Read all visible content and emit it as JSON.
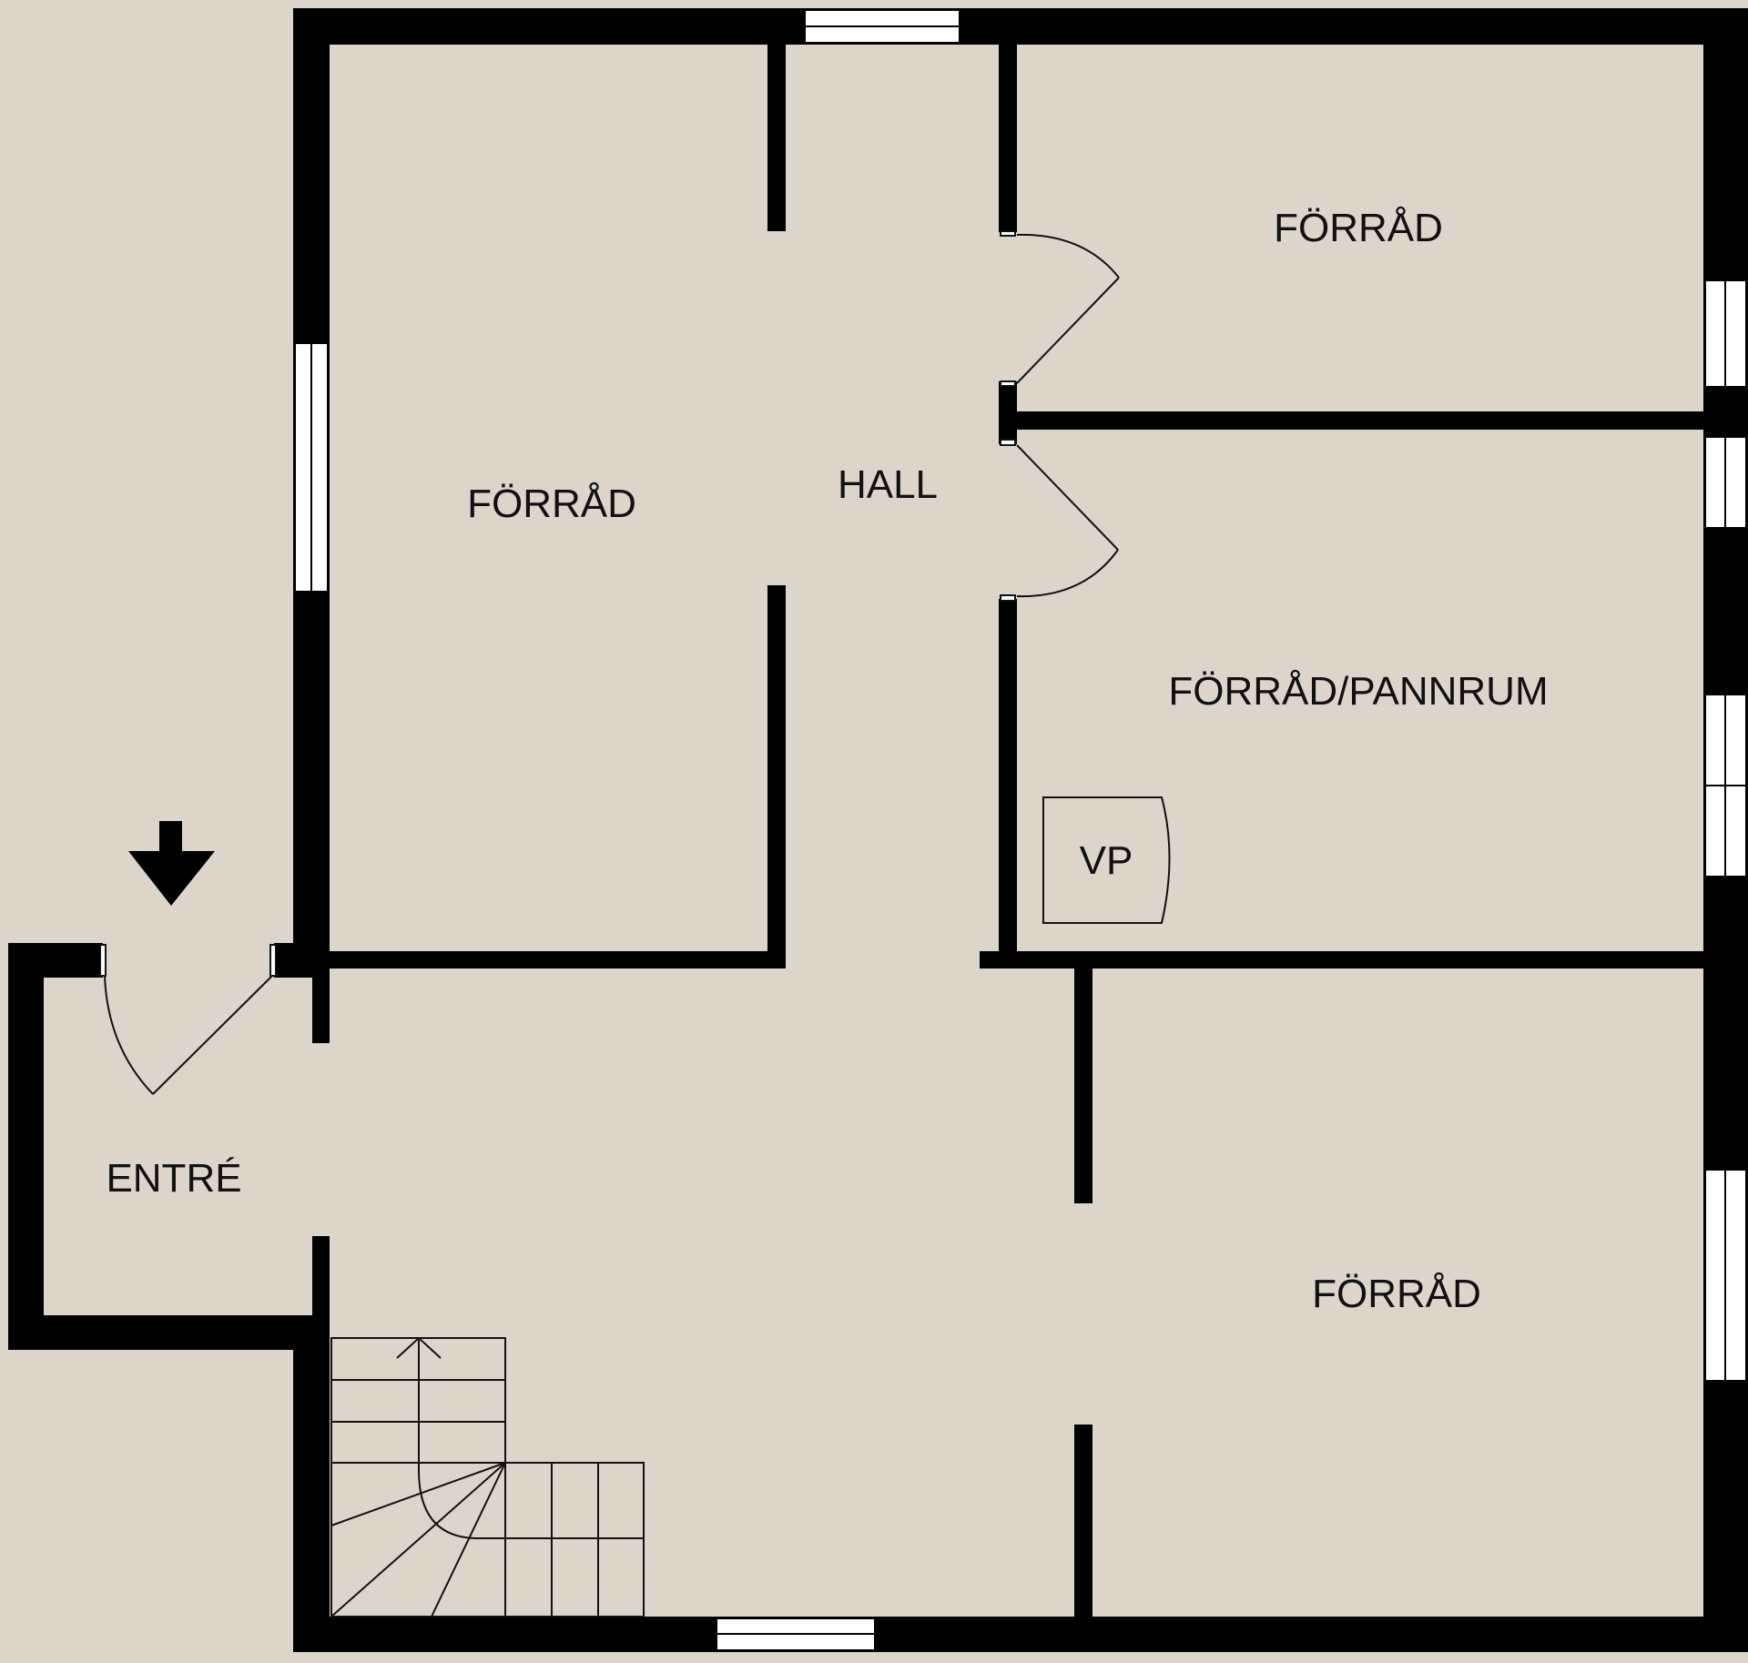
{
  "colors": {
    "background": "#ded5ca",
    "wall": "#000000",
    "window": "#ffffff",
    "line": "#111111"
  },
  "rooms": {
    "storage_north_west": "FÖRRÅD",
    "hall": "HALL",
    "storage_north_east": "FÖRRÅD",
    "storage_boiler_room": "FÖRRÅD/PANNRUM",
    "heat_pump": "VP",
    "entrance": "ENTRÉ",
    "storage_south_east": "FÖRRÅD"
  },
  "icons": {
    "entrance_marker": "down-arrow-icon",
    "stair_direction": "up-arrow-icon"
  }
}
